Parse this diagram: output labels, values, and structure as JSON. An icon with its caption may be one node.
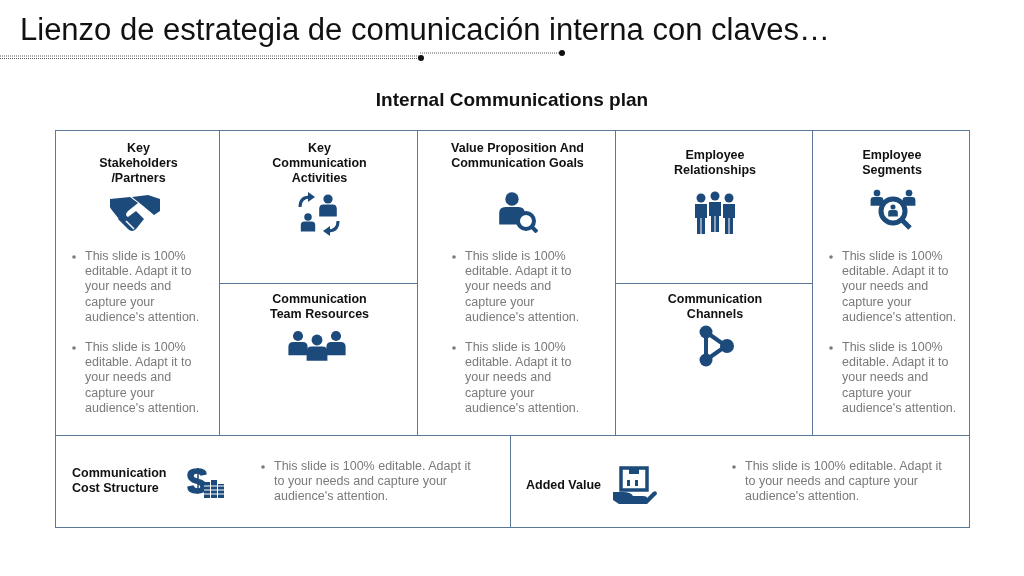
{
  "diagram": {
    "title": "Lienzo de estrategia de comunicación interna con claves…",
    "nodes": [
      {
        "text": [
          "Key Stakeholders /Partners",
          "This slide is 100% editable. Adapt it to your needs and capture your audience's attention.",
          "This slide is 100% editable. Adapt it to your needs and capture your audience's attention."
        ]
      },
      {
        "text": [
          "Key Communication Activities"
        ]
      },
      {
        "text": [
          "Communication Team Resources"
        ]
      },
      {
        "text": [
          "Value Proposition And Communication Goals",
          "This slide is 100% editable. Adapt it to your needs and capture your audience's attention.",
          "This slide is 100% editable. Adapt it to your needs and capture your audience's attention."
        ]
      },
      {
        "text": [
          "Employee Relationships"
        ]
      },
      {
        "text": [
          "Communication Channels"
        ]
      },
      {
        "text": [
          "Employee Segments",
          "This slide is 100% editable. Adapt it to your needs and capture your audience's attention.",
          "This slide is 100% editable. Adapt it to your needs and capture your audience's attention."
        ]
      },
      {
        "text": [
          "Communication Cost Structure",
          "This slide is 100% editable. Adapt it to your needs and capture your audience's attention."
        ]
      },
      {
        "text": [
          "Added Value",
          "This slide is 100% editable. Adapt it to your needs and capture your audience's attention."
        ]
      }
    ],
    "labels": [
      "Internal Communications plan"
    ]
  }
}
